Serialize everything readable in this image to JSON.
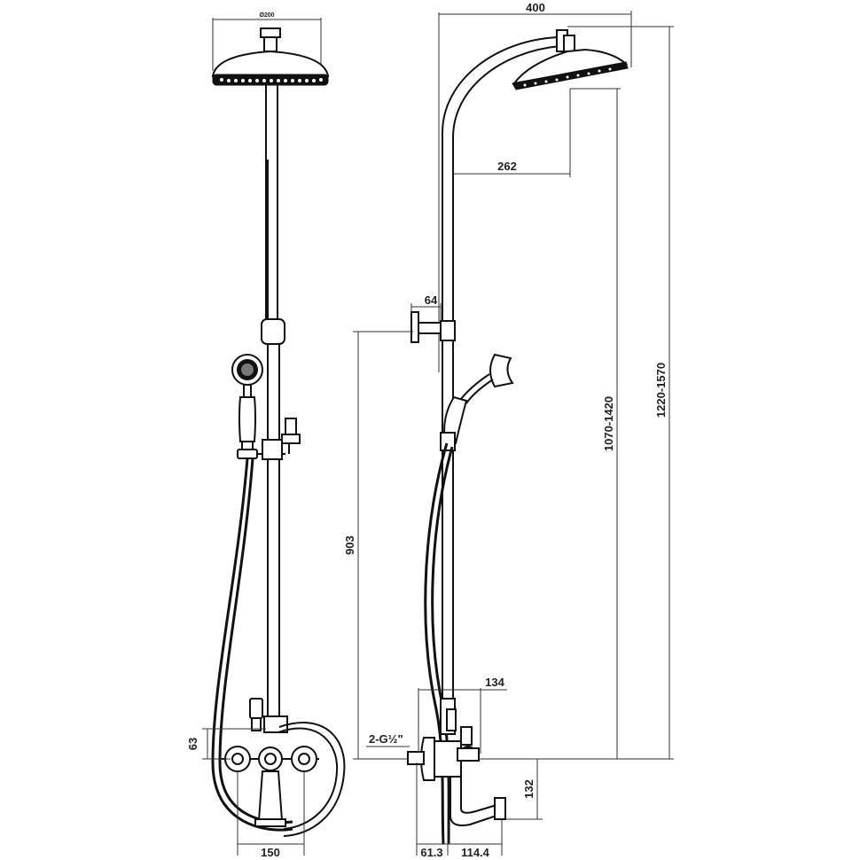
{
  "drawing": {
    "front_view": {
      "head_diameter_label": "Ø200",
      "dim_63": "63",
      "dim_150": "150"
    },
    "side_view": {
      "dim_400": "400",
      "dim_262": "262",
      "dim_64": "64",
      "dim_903": "903",
      "dim_1070_1420": "1070-1420",
      "dim_1220_1570": "1220-1570",
      "dim_134": "134",
      "dim_connection": "2-G½\"",
      "dim_132": "132",
      "dim_61_3": "61.3",
      "dim_114_4": "114.4"
    }
  }
}
